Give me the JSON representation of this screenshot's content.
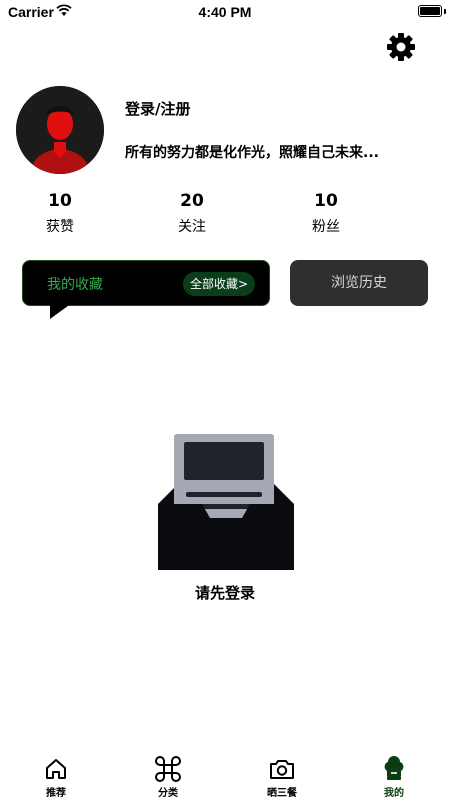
{
  "status_bar": {
    "carrier": "Carrier",
    "time": "4:40 PM"
  },
  "profile": {
    "login_title": "登录/注册",
    "motto": "所有的努力都是化作光，照耀自己未来..."
  },
  "stats": [
    {
      "value": "10",
      "label": "获赞"
    },
    {
      "value": "20",
      "label": "关注"
    },
    {
      "value": "10",
      "label": "粉丝"
    }
  ],
  "tabs": {
    "favorites": {
      "label": "我的收藏",
      "all_button": "全部收藏>"
    },
    "history": {
      "label": "浏览历史"
    }
  },
  "empty_state": {
    "message": "请先登录"
  },
  "tabbar": {
    "items": [
      {
        "label": "推荐",
        "icon": "home-icon"
      },
      {
        "label": "分类",
        "icon": "command-icon"
      },
      {
        "label": "晒三餐",
        "icon": "camera-icon"
      },
      {
        "label": "我的",
        "icon": "chef-hat-icon",
        "active": true
      }
    ]
  },
  "colors": {
    "accent_green": "#34a94b",
    "dark_green": "#0b3d1a",
    "tab_dark": "#2f2f2f",
    "avatar_red": "#e01010"
  }
}
